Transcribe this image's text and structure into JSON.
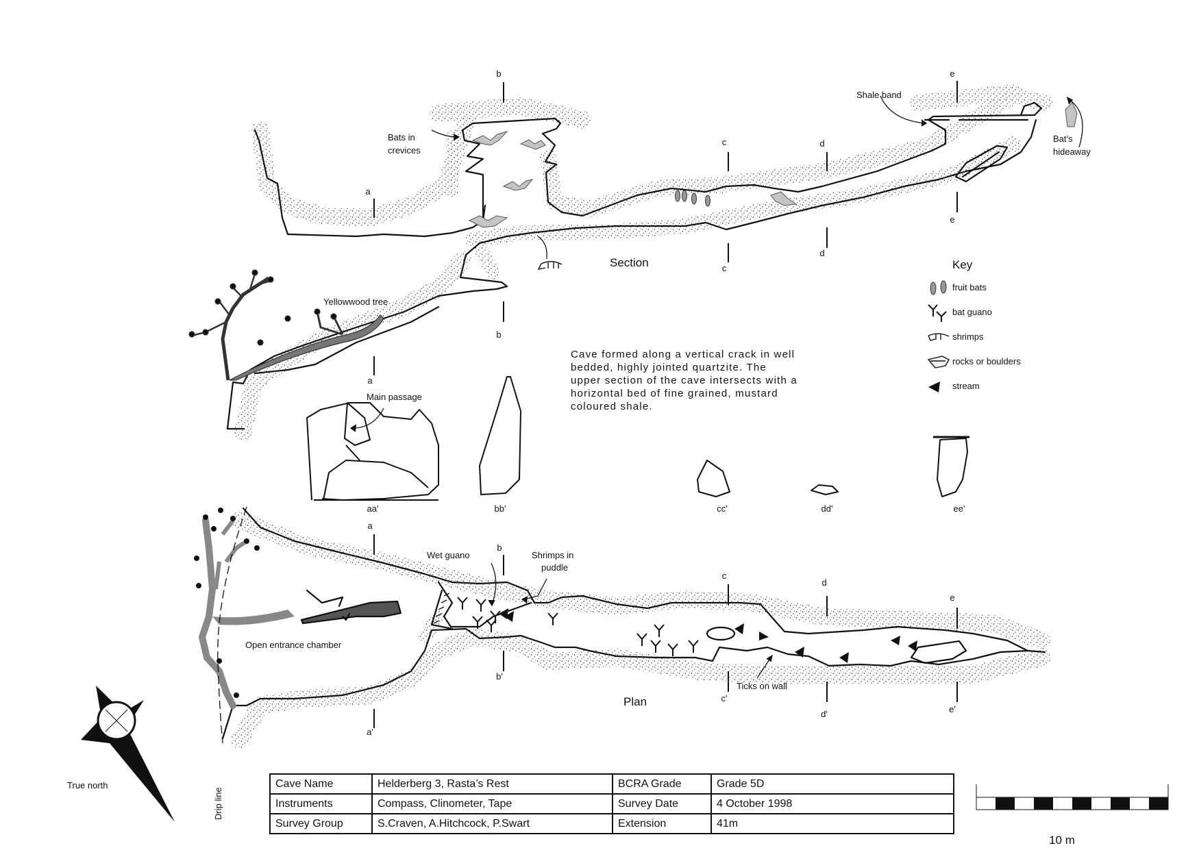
{
  "survey": {
    "section_title": "Section",
    "plan_title": "Plan",
    "true_north": "True north",
    "drip_line": "Drip line",
    "scale_label": "10 m",
    "description": [
      "Cave formed along a vertical crack in well",
      "bedded, highly jointed quartzite.  The",
      "upper section of the cave  intersects with a",
      "horizontal bed of fine grained, mustard",
      "coloured  shale."
    ]
  },
  "section_labels": {
    "bats_in_crevices_1": "Bats in",
    "bats_in_crevices_2": "crevices",
    "yellowwood_tree": "Yellowwood tree",
    "shale_band": "Shale band",
    "bats_hideaway_1": "Bat’s",
    "bats_hideaway_2": "hideaway"
  },
  "section_markers": {
    "a_top": "a",
    "a_bot": "a",
    "b_top": "b",
    "b_bot": "b",
    "c_top": "c",
    "c_bot": "c",
    "d_top": "d",
    "d_bot": "d",
    "e_top": "e",
    "e_bot": "e"
  },
  "cross_sections": {
    "main_passage": "Main passage",
    "aa": "aa'",
    "bb": "bb'",
    "cc": "cc'",
    "dd": "dd'",
    "ee": "ee'"
  },
  "plan_labels": {
    "wet_guano": "Wet guano",
    "shrimps_in_puddle_1": "Shrimps in",
    "shrimps_in_puddle_2": "puddle",
    "open_entrance_chamber": "Open entrance chamber",
    "ticks_on_wall": "Ticks on wall"
  },
  "plan_markers": {
    "a_top": "a",
    "a_bot": "a'",
    "b_top": "b",
    "b_bot": "b'",
    "c_top": "c",
    "c_bot": "c'",
    "d_top": "d",
    "d_bot": "d'",
    "e_top": "e",
    "e_bot": "e'"
  },
  "key": {
    "title": "Key",
    "items": [
      {
        "icon": "fruit-bats-icon",
        "label": "fruit bats"
      },
      {
        "icon": "bat-guano-icon",
        "label": "bat guano"
      },
      {
        "icon": "shrimps-icon",
        "label": "shrimps"
      },
      {
        "icon": "rocks-icon",
        "label": "rocks or boulders"
      },
      {
        "icon": "stream-arrow-icon",
        "label": "stream"
      }
    ]
  },
  "info_table": {
    "rows": [
      {
        "k1": "Cave Name",
        "v1": "Helderberg 3, Rasta’s Rest",
        "k2": "BCRA Grade",
        "v2": "Grade 5D"
      },
      {
        "k1": "Instruments",
        "v1": "Compass, Clinometer, Tape",
        "k2": "Survey Date",
        "v2": "4 October 1998"
      },
      {
        "k1": "Survey Group",
        "v1": "S.Craven, A.Hitchcock, P.Swart",
        "k2": "Extension",
        "v2": "41m"
      }
    ]
  },
  "colors": {
    "ink": "#111111",
    "tree": "#777777",
    "bat": "#bdbdbd",
    "rock": "#f2f2f2"
  }
}
